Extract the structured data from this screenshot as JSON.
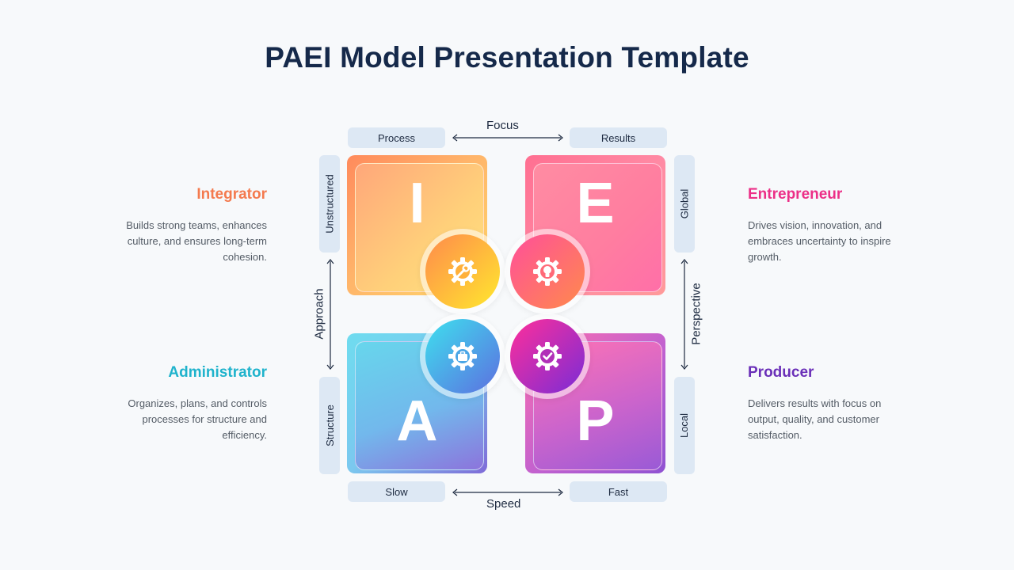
{
  "title": "PAEI Model Presentation Template",
  "axes": {
    "top": {
      "left": "Process",
      "label": "Focus",
      "right": "Results"
    },
    "bottom": {
      "left": "Slow",
      "label": "Speed",
      "right": "Fast"
    },
    "left": {
      "top": "Unstructured",
      "label": "Approach",
      "bottom": "Structure"
    },
    "right": {
      "top": "Global",
      "label": "Perspective",
      "bottom": "Local"
    }
  },
  "quadrants": {
    "i": {
      "letter": "I",
      "icon": "gear-wrench-icon"
    },
    "e": {
      "letter": "E",
      "icon": "gear-bulb-icon"
    },
    "a": {
      "letter": "A",
      "icon": "gear-briefcase-icon"
    },
    "p": {
      "letter": "P",
      "icon": "gear-check-icon"
    }
  },
  "roles": {
    "integrator": {
      "title": "Integrator",
      "desc": "Builds strong teams, enhances culture, and ensures long-term cohesion.",
      "color": "#f47a4e"
    },
    "entrepreneur": {
      "title": "Entrepreneur",
      "desc": "Drives vision, innovation, and embraces uncertainty to inspire growth.",
      "color": "#ec2f87"
    },
    "administrator": {
      "title": "Administrator",
      "desc": "Organizes, plans, and controls processes for structure and efficiency.",
      "color": "#1fb3cc"
    },
    "producer": {
      "title": "Producer",
      "desc": "Delivers results with focus on output, quality, and customer satisfaction.",
      "color": "#6a2fb8"
    }
  }
}
